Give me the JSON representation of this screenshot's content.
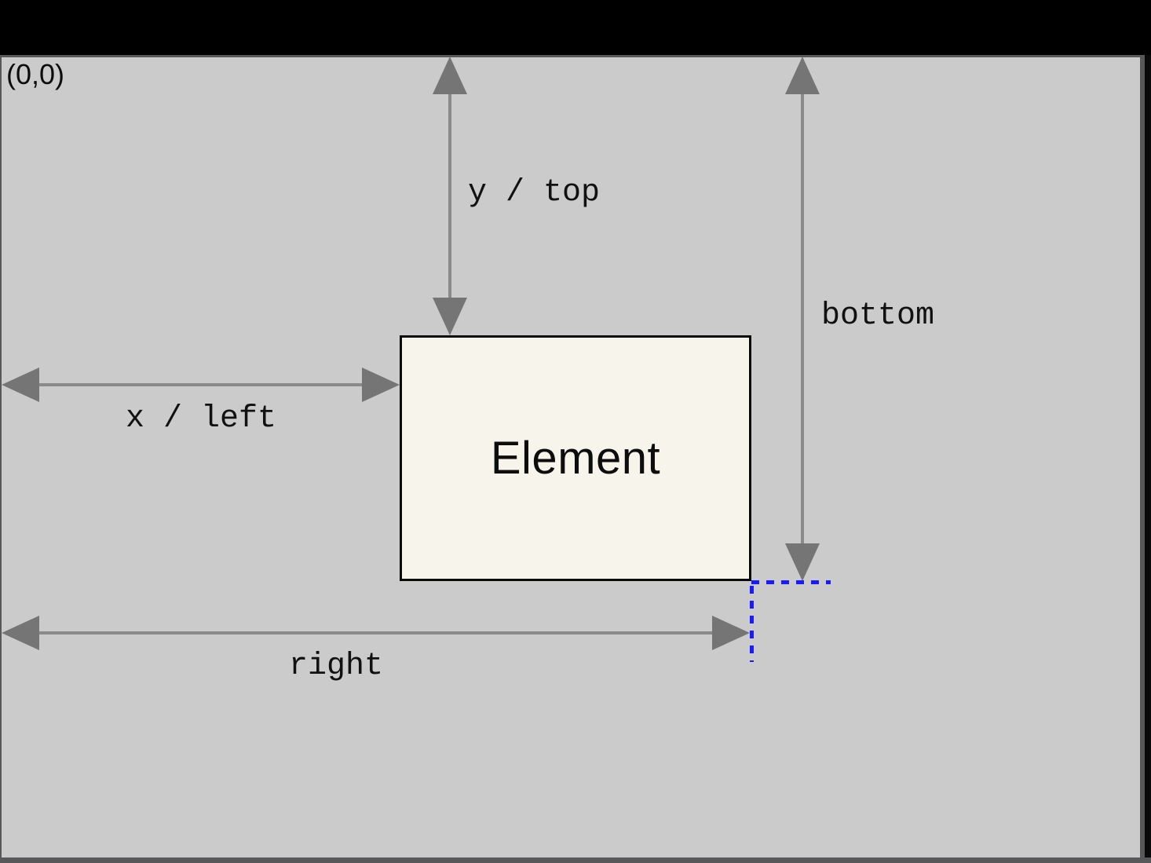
{
  "canvas": {
    "origin_label": "(0,0)"
  },
  "element_box": {
    "label": "Element"
  },
  "measurements": {
    "y_top": {
      "label": "y / top"
    },
    "x_left": {
      "label": "x / left"
    },
    "bottom": {
      "label": "bottom"
    },
    "right": {
      "label": "right"
    }
  },
  "colors": {
    "letterbox": "#000000",
    "viewport_frame": "#58585a",
    "canvas_background": "#cbcbcb",
    "arrow_gray": "#757575",
    "arrow_shaft_gray": "#8a8a8a",
    "element_fill": "#f7f4ec",
    "element_border": "#0a0a0a",
    "guide_blue": "#1a1aff",
    "text": "#0d0d0d"
  }
}
